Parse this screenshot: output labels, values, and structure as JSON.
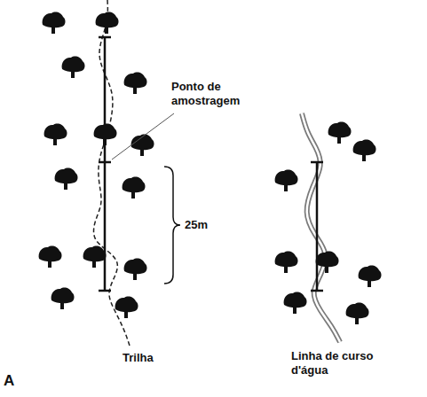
{
  "diagram": {
    "labels": [
      "Ponto de amostragem",
      "25m",
      "Trilha",
      "Linha de curso d'água",
      "A"
    ]
  }
}
